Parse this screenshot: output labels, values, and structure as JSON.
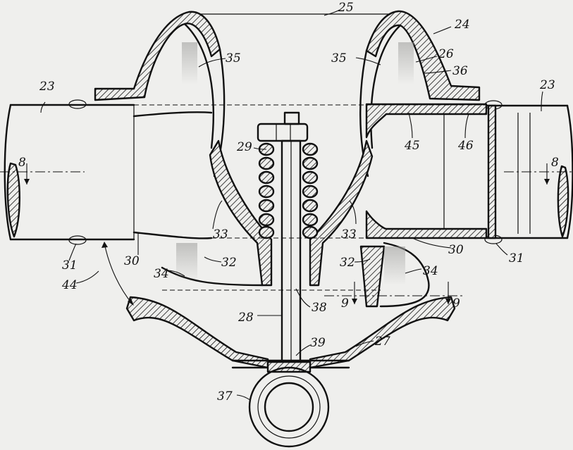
{
  "figure": {
    "labels": {
      "l25": "25",
      "l24": "24",
      "l35a": "35",
      "l35b": "35",
      "l26": "26",
      "l36": "36",
      "l23a": "23",
      "l23b": "23",
      "l29": "29",
      "l45": "45",
      "l46": "46",
      "l8a": "8",
      "l8b": "8",
      "l33a": "33",
      "l33b": "33",
      "l30a": "30",
      "l30b": "30",
      "l31a": "31",
      "l31b": "31",
      "l32a": "32",
      "l32b": "32",
      "l34a": "34",
      "l34b": "34",
      "l44": "44",
      "l38": "38",
      "l9a": "9",
      "l9b": "9",
      "l28": "28",
      "l39": "39",
      "l27": "27",
      "l37": "37"
    }
  }
}
